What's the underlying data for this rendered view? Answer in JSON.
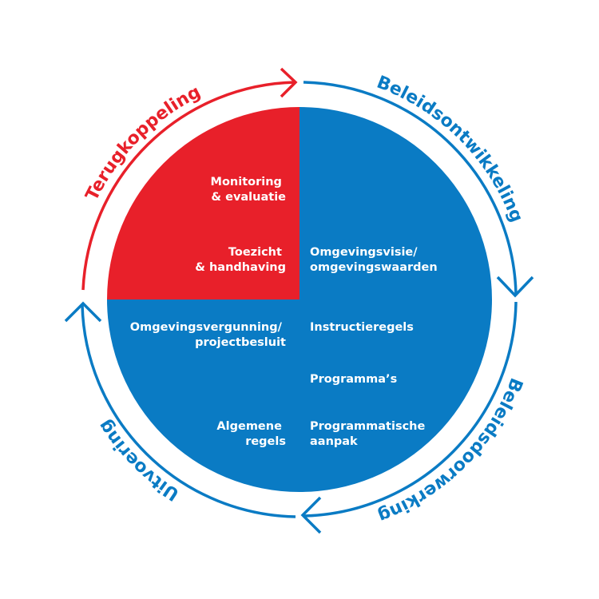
{
  "colors": {
    "blue": "#0a7bc4",
    "red": "#e8202a",
    "text_on_fill": "#ffffff"
  },
  "cycle_phases": [
    {
      "id": "terugkoppeling",
      "label": "Terugkoppeling",
      "color": "#e8202a"
    },
    {
      "id": "beleidsontwikkeling",
      "label": "Beleidsontwikkeling",
      "color": "#0a7bc4"
    },
    {
      "id": "beleidsdoorwerking",
      "label": "Beleidsdoorwerking",
      "color": "#0a7bc4"
    },
    {
      "id": "uitvoering",
      "label": "Uitvoering",
      "color": "#0a7bc4"
    }
  ],
  "quadrants": {
    "top_left": {
      "color": "#e8202a",
      "items": [
        {
          "lines": [
            "Monitoring",
            "& evaluatie"
          ]
        },
        {
          "lines": [
            "Toezicht",
            "& handhaving"
          ]
        }
      ]
    },
    "right": {
      "color": "#0a7bc4",
      "items": [
        {
          "lines": [
            "Omgevingsvisie/",
            "omgevingswaarden"
          ]
        },
        {
          "lines": [
            "Instructieregels"
          ]
        },
        {
          "lines": [
            "Programma’s"
          ]
        },
        {
          "lines": [
            "Programmatische",
            "aanpak"
          ]
        }
      ]
    },
    "bottom_left": {
      "color": "#0a7bc4",
      "items": [
        {
          "lines": [
            "Omgevingsvergunning/",
            "projectbesluit"
          ]
        },
        {
          "lines": [
            "Algemene",
            "regels"
          ]
        }
      ]
    }
  }
}
